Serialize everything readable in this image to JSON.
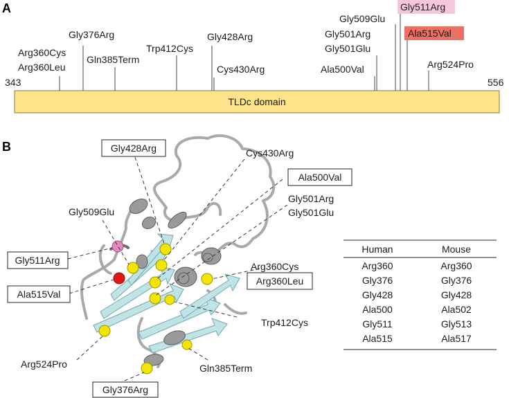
{
  "panel_a": {
    "label": "A",
    "start": "343",
    "end": "556",
    "domain_label": "TLDc domain",
    "domain_color": "#fde38a",
    "mutations": [
      {
        "lines": [
          "Arg360Cys",
          "Arg360Leu"
        ],
        "position": 360
      },
      {
        "lines": [
          "Gly376Arg"
        ],
        "position": 376
      },
      {
        "lines": [
          "Gln385Term"
        ],
        "position": 385
      },
      {
        "lines": [
          "Trp412Cys"
        ],
        "position": 412
      },
      {
        "lines": [
          "Gly428Arg"
        ],
        "position": 428
      },
      {
        "lines": [
          "Cys430Arg"
        ],
        "position": 430
      },
      {
        "lines": [
          "Ala500Val"
        ],
        "position": 500
      },
      {
        "lines": [
          "Gly501Arg",
          "Gly501Glu"
        ],
        "position": 501
      },
      {
        "lines": [
          "Gly509Glu"
        ],
        "position": 509
      },
      {
        "lines": [
          "Gly511Arg"
        ],
        "position": 511,
        "highlight": "#f7c6de"
      },
      {
        "lines": [
          "Ala515Val"
        ],
        "position": 515,
        "highlight": "#ec6f63"
      },
      {
        "lines": [
          "Arg524Pro"
        ],
        "position": 524
      }
    ]
  },
  "panel_b": {
    "label": "B",
    "callouts": {
      "gly428arg": "Gly428Arg",
      "cys430arg": "Cys430Arg",
      "ala500val": "Ala500Val",
      "gly501arg": "Gly501Arg",
      "gly501glu": "Gly501Glu",
      "gly509glu": "Gly509Glu",
      "gly511arg": "Gly511Arg",
      "ala515val": "Ala515Val",
      "arg360cys": "Arg360Cys",
      "arg360leu": "Arg360Leu",
      "trp412cys": "Trp412Cys",
      "arg524pro": "Arg524Pro",
      "gln385term": "Gln385Term",
      "gly376arg": "Gly376Arg"
    },
    "sphere_colors": {
      "default": "#f2e600",
      "gly511": "#e58ac0",
      "ala515": "#e01818"
    }
  },
  "table": {
    "headers": [
      "Human",
      "Mouse"
    ],
    "rows": [
      [
        "Arg360",
        "Arg360"
      ],
      [
        "Gly376",
        "Gly376"
      ],
      [
        "Gly428",
        "Gly428"
      ],
      [
        "Ala500",
        "Ala502"
      ],
      [
        "Gly511",
        "Gly513"
      ],
      [
        "Ala515",
        "Ala517"
      ]
    ]
  }
}
